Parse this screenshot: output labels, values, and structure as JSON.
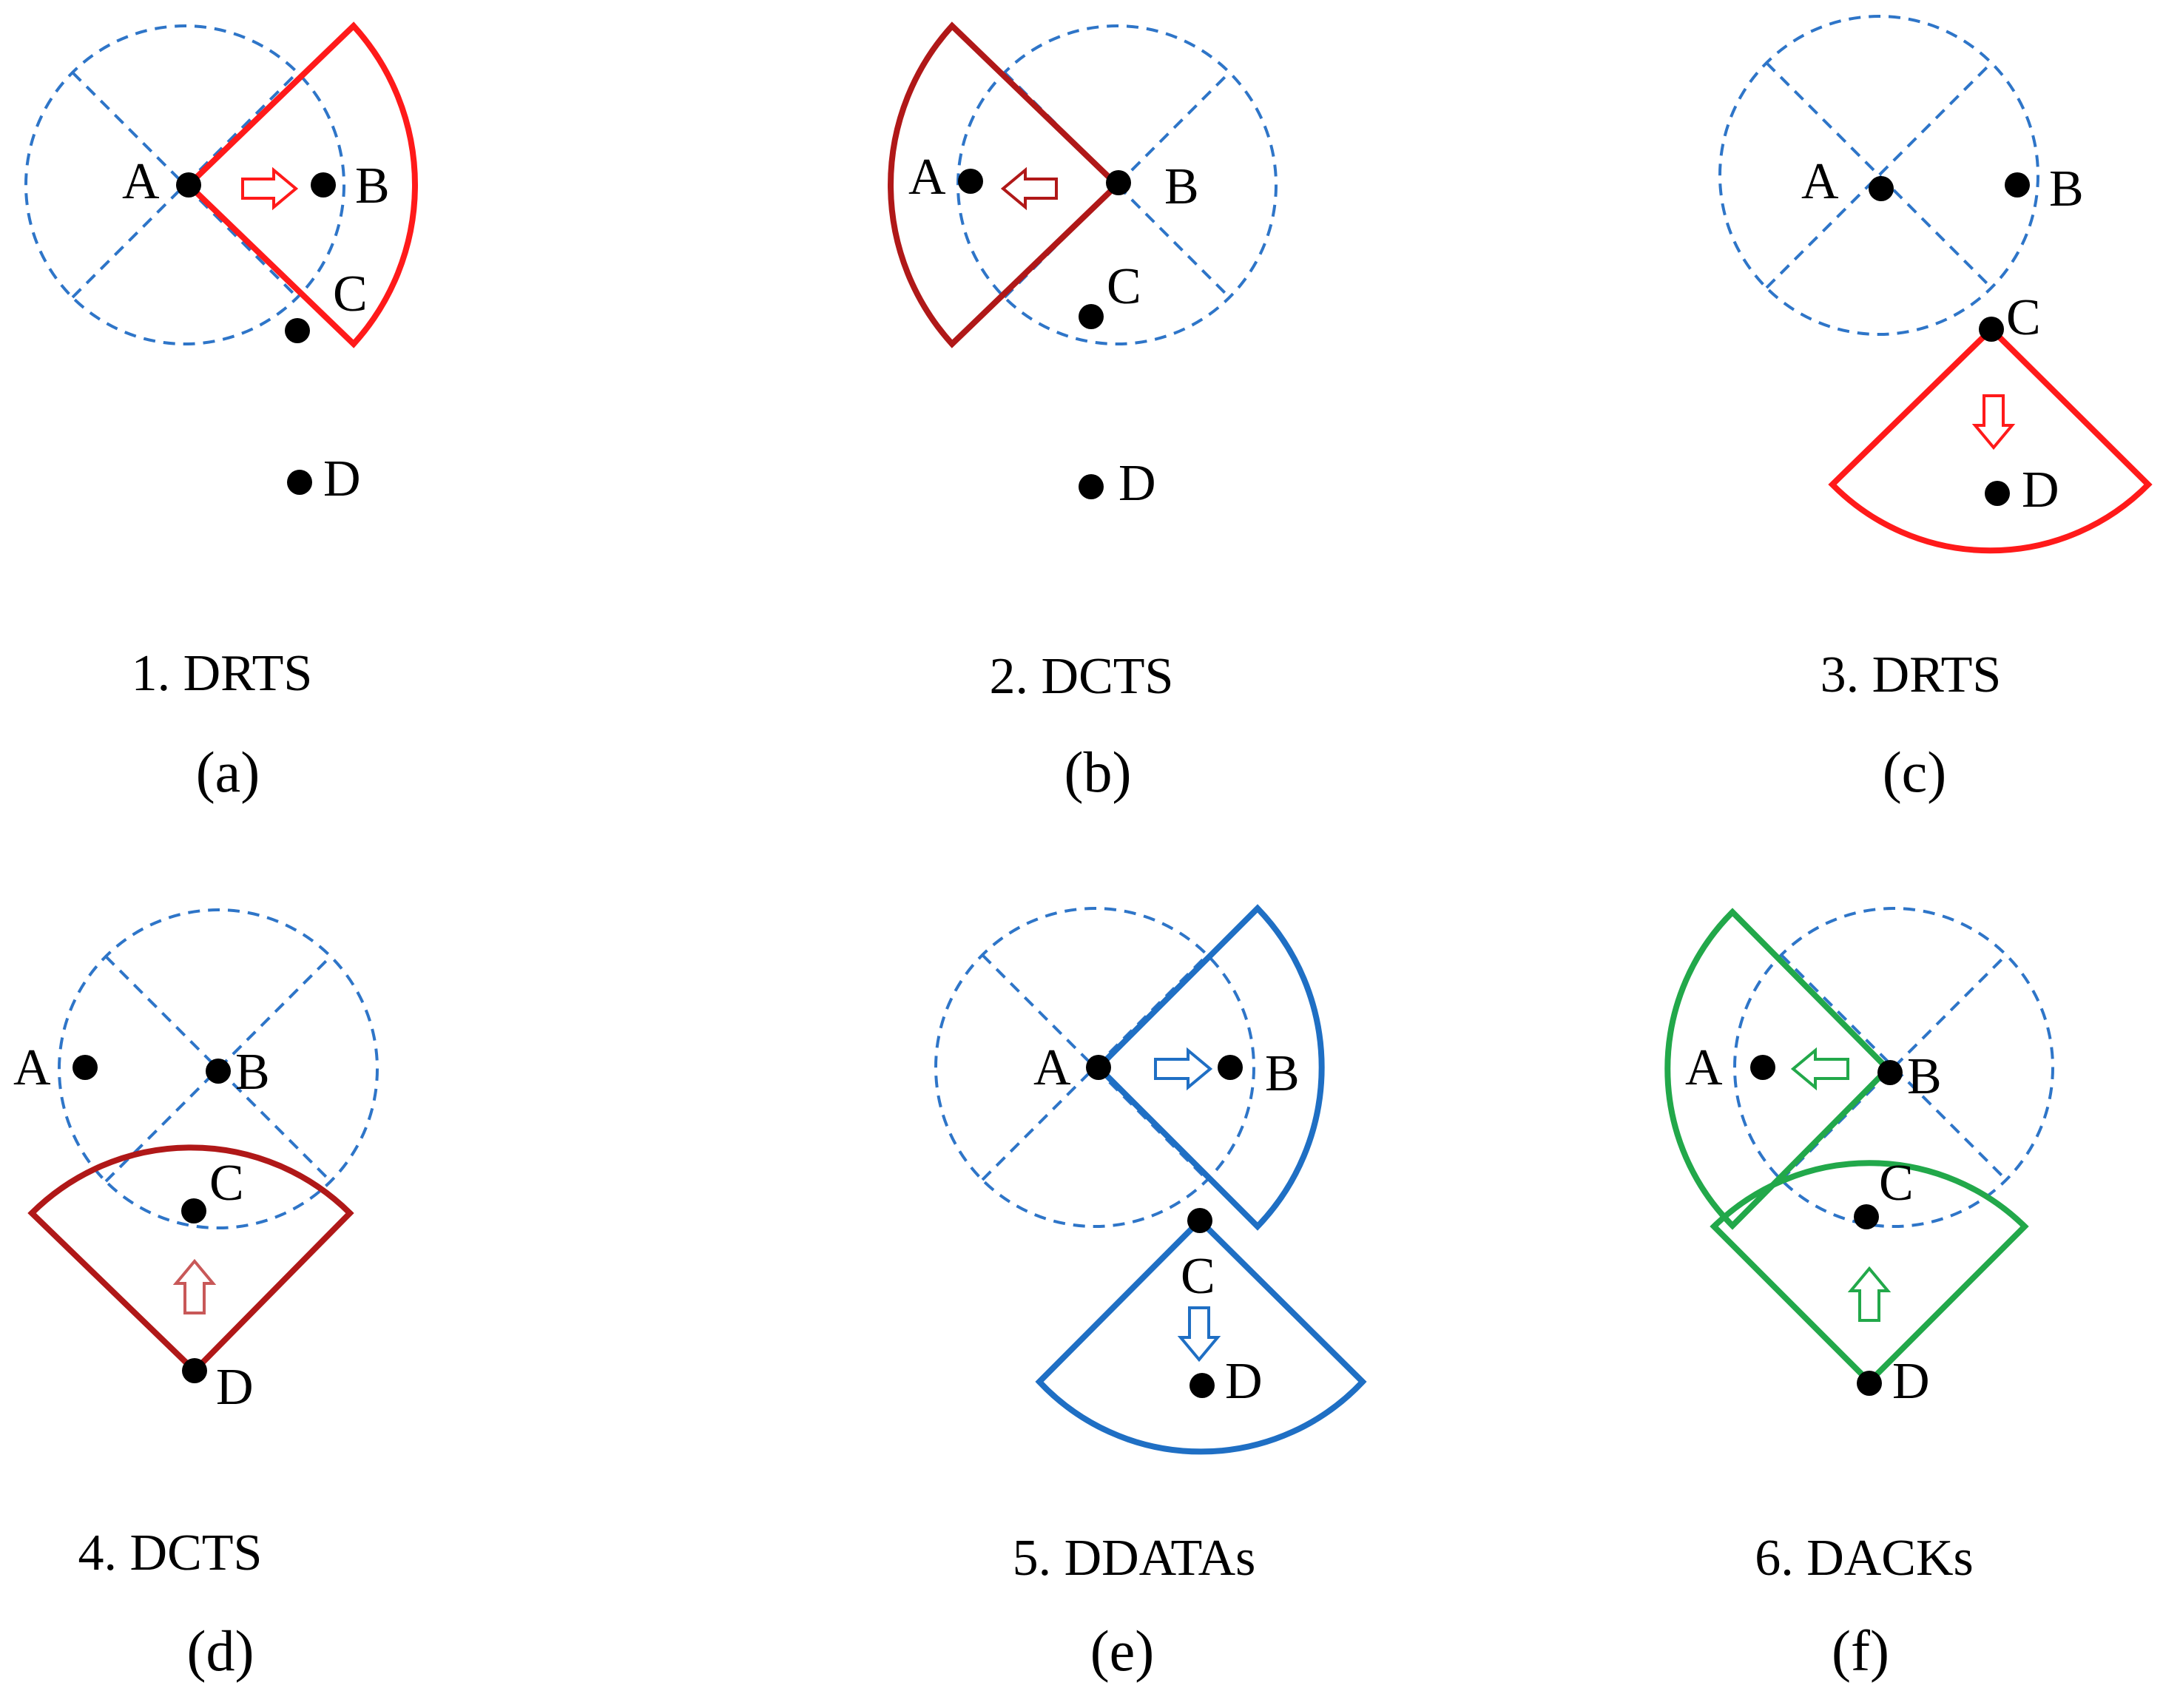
{
  "colors": {
    "red": "#ff1a1a",
    "darkred": "#b01818",
    "blue": "#1f6fc4",
    "green": "#22a84a",
    "dashed": "#2e75c8",
    "node": "#000000"
  },
  "panels": [
    {
      "caption": "1. DRTS",
      "label": "(a)",
      "nodes": [
        "A",
        "B",
        "C",
        "D"
      ]
    },
    {
      "caption": "2. DCTS",
      "label": "(b)",
      "nodes": [
        "A",
        "B",
        "C",
        "D"
      ]
    },
    {
      "caption": "3. DRTS",
      "label": "(c)",
      "nodes": [
        "A",
        "B",
        "C",
        "D"
      ]
    },
    {
      "caption": "4. DCTS",
      "label": "(d)",
      "nodes": [
        "A",
        "B",
        "C",
        "D"
      ]
    },
    {
      "caption": "5. DDATAs",
      "label": "(e)",
      "nodes": [
        "A",
        "B",
        "C",
        "D"
      ]
    },
    {
      "caption": "6. DACKs",
      "label": "(f)",
      "nodes": [
        "A",
        "B",
        "C",
        "D"
      ]
    }
  ]
}
